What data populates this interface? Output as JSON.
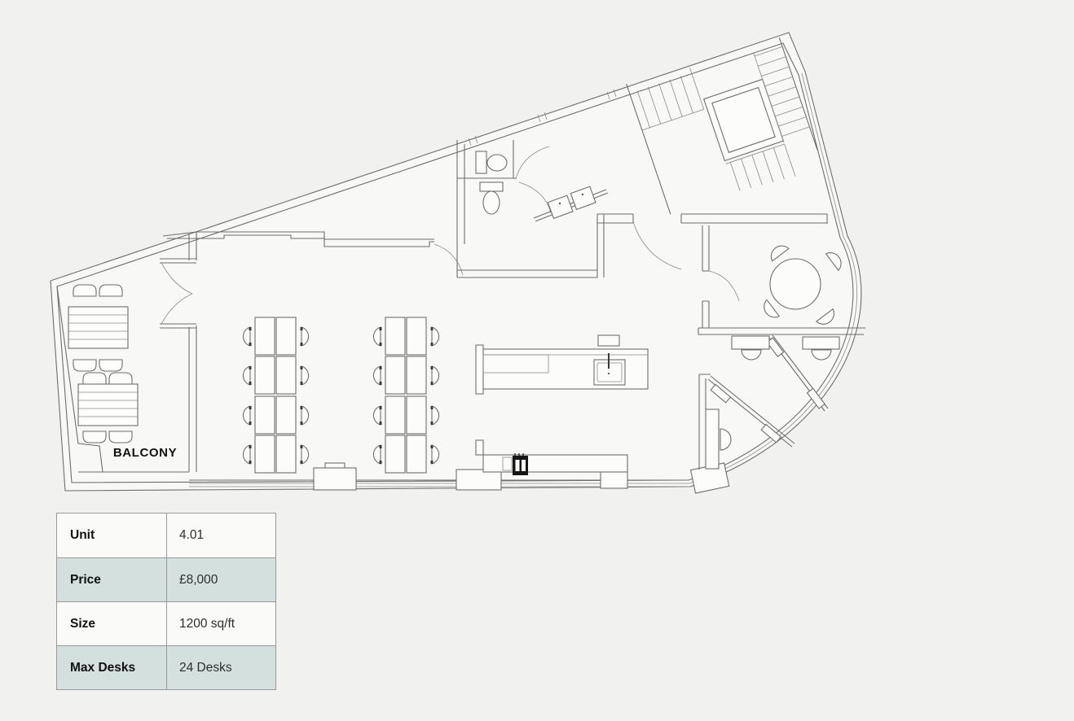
{
  "floor_plan": {
    "balcony_label": "BALCONY"
  },
  "unit_table": {
    "rows": [
      {
        "label": "Unit",
        "value": "4.01"
      },
      {
        "label": "Price",
        "value": "£8,000"
      },
      {
        "label": "Size",
        "value": "1200 sq/ft"
      },
      {
        "label": "Max Desks",
        "value": "24 Desks"
      }
    ],
    "highlight_color": "#d3e0de",
    "border_color": "#999999"
  },
  "canvas": {
    "background_color": "#f1f1ef",
    "floor_color": "#f8f8f6",
    "line_color": "#6e6e6e",
    "printer_color": "#161616"
  }
}
